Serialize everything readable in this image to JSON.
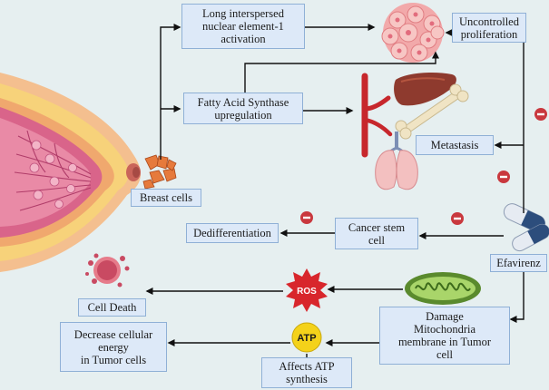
{
  "nodes": {
    "line1": "Long interspersed\nnuclear element-1\nactivation",
    "uncontrolled": "Uncontrolled\nproliferation",
    "fasn": "Fatty Acid Synthase\nupregulation",
    "metastasis": "Metastasis",
    "breast_cells": "Breast cells",
    "dedifferentiation": "Dedifferentiation",
    "cancer_stem": "Cancer stem\ncell",
    "efavirenz": "Efavirenz",
    "cell_death": "Cell Death",
    "damage": "Damage\nMitochondria\nmembrane in Tumor\ncell",
    "decrease": "Decrease cellular\nenergy\nin Tumor cells",
    "atp_synth": "Affects ATP\nsynthesis"
  },
  "badges": {
    "ros": "ROS",
    "atp": "ATP"
  },
  "colors": {
    "background": "#e6eff0",
    "box_fill": "#dde9f8",
    "box_border": "#8fb0d6",
    "inhibit": "#c9383e",
    "ros": "#d8262c",
    "atp": "#f4d21a"
  }
}
